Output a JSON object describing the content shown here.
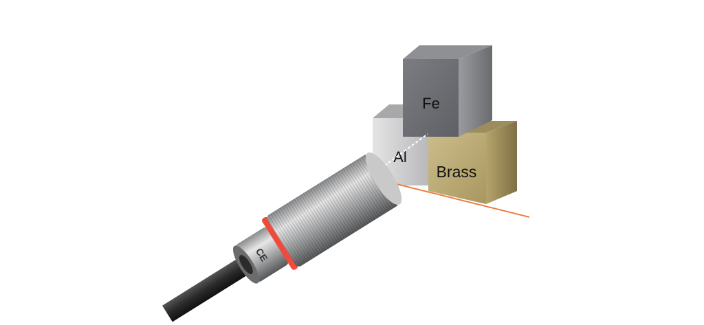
{
  "scene": {
    "cubes": {
      "fe": {
        "label": "Fe"
      },
      "al": {
        "label": "Al"
      },
      "brass": {
        "label": "Brass"
      }
    },
    "sensor": {
      "marking": "CE"
    },
    "colors": {
      "detection_line": "#f07a3a",
      "sensor_ring": "#f04a3c",
      "fe": "#6d6f74",
      "al": "#c9c9cb",
      "brass": "#b8a775"
    }
  }
}
